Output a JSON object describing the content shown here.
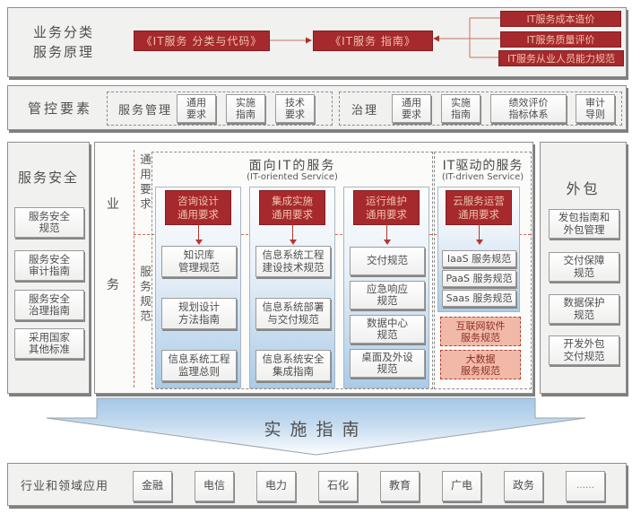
{
  "colors": {
    "accent_red": "#a6292e",
    "red_box_text": "#ecc3ac",
    "column_blue": "#abcbe7",
    "highlight_pink": "#f2b9a8",
    "dashed_red": "#cd6a55",
    "panel_gray": "#f1f1f0"
  },
  "section1": {
    "title": "业务分类\n服务原理",
    "classification_box": "《IT服务 分类与代码》",
    "guide_box": "《IT服务 指南》",
    "right_boxes": [
      "IT服务成本造价",
      "IT服务质量评价",
      "IT服务从业人员能力规范"
    ]
  },
  "section2": {
    "title": "管控要素",
    "service_mgmt": {
      "label": "服务管理",
      "items": [
        "通用\n要求",
        "实施\n指南",
        "技术\n要求"
      ]
    },
    "governance": {
      "label": "治理",
      "items": [
        "通用\n要求",
        "实施\n指南",
        "绩效评价\n指标体系",
        "审计\n导则"
      ]
    }
  },
  "security": {
    "title": "服务安全",
    "items": [
      "服务安全\n规范",
      "服务安全\n审计指南",
      "服务安全\n治理指南",
      "采用国家\n其他标准"
    ]
  },
  "main": {
    "business_chars": [
      "业",
      "务"
    ],
    "row_label_top": "通用要求",
    "row_label_bottom": "服务规范",
    "it_oriented": {
      "title": "面向IT的服务",
      "subtitle": "(IT-oriented Service)",
      "columns": [
        {
          "header": "咨询设计\n通用要求",
          "items": [
            "知识库\n管理规范",
            "规划设计\n方法指南",
            "信息系统工程\n监理总则"
          ]
        },
        {
          "header": "集成实施\n通用要求",
          "items": [
            "信息系统工程\n建设技术规范",
            "信息系统部署\n与交付规范",
            "信息系统安全\n集成指南"
          ]
        },
        {
          "header": "运行维护\n通用要求",
          "items": [
            "交付规范",
            "应急响应\n规范",
            "数据中心\n规范",
            "桌面及外设\n规范"
          ]
        }
      ]
    },
    "it_driven": {
      "title": "IT驱动的服务",
      "subtitle": "(IT-driven Service)",
      "header": "云服务运营\n通用要求",
      "items": [
        "IaaS 服务规范",
        "PaaS 服务规范",
        "Saas 服务规范"
      ],
      "highlight_items": [
        "互联网软件\n服务规范",
        "大数据\n服务规范"
      ]
    }
  },
  "outsourcing": {
    "title": "外包",
    "items": [
      "发包指南和\n外包管理",
      "交付保障\n规范",
      "数据保护\n规范",
      "开发外包\n交付规范"
    ]
  },
  "implementation_arrow": {
    "label": "实施指南"
  },
  "industries": {
    "title": "行业和领域应用",
    "items": [
      "金融",
      "电信",
      "电力",
      "石化",
      "教育",
      "广电",
      "政务",
      "……"
    ]
  }
}
